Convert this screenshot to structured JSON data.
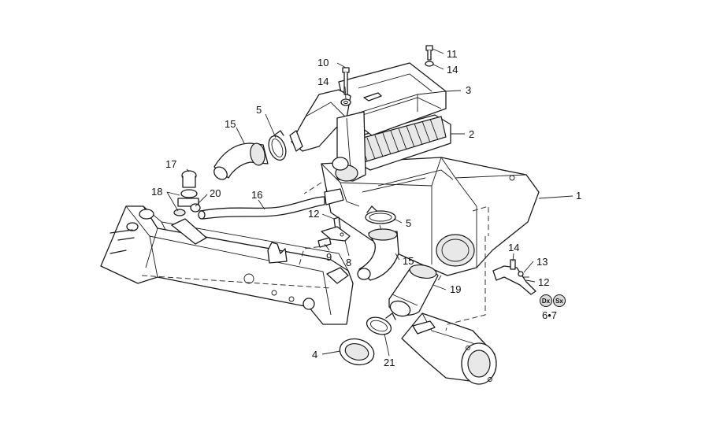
{
  "callouts": {
    "c1": "1",
    "c2": "2",
    "c3": "3",
    "c4": "4",
    "c5a": "5",
    "c5b": "5",
    "c67": "6•7",
    "c8": "8",
    "c9": "9",
    "c10": "10",
    "c11": "11",
    "c12a": "12",
    "c12b": "12",
    "c13": "13",
    "c14a": "14",
    "c14b": "14",
    "c14c": "14",
    "c15a": "15",
    "c15b": "15",
    "c16": "16",
    "c17": "17",
    "c18": "18",
    "c19": "19",
    "c20": "20",
    "c21": "21"
  },
  "badges": {
    "dx": "Dx",
    "sx": "Sx"
  }
}
